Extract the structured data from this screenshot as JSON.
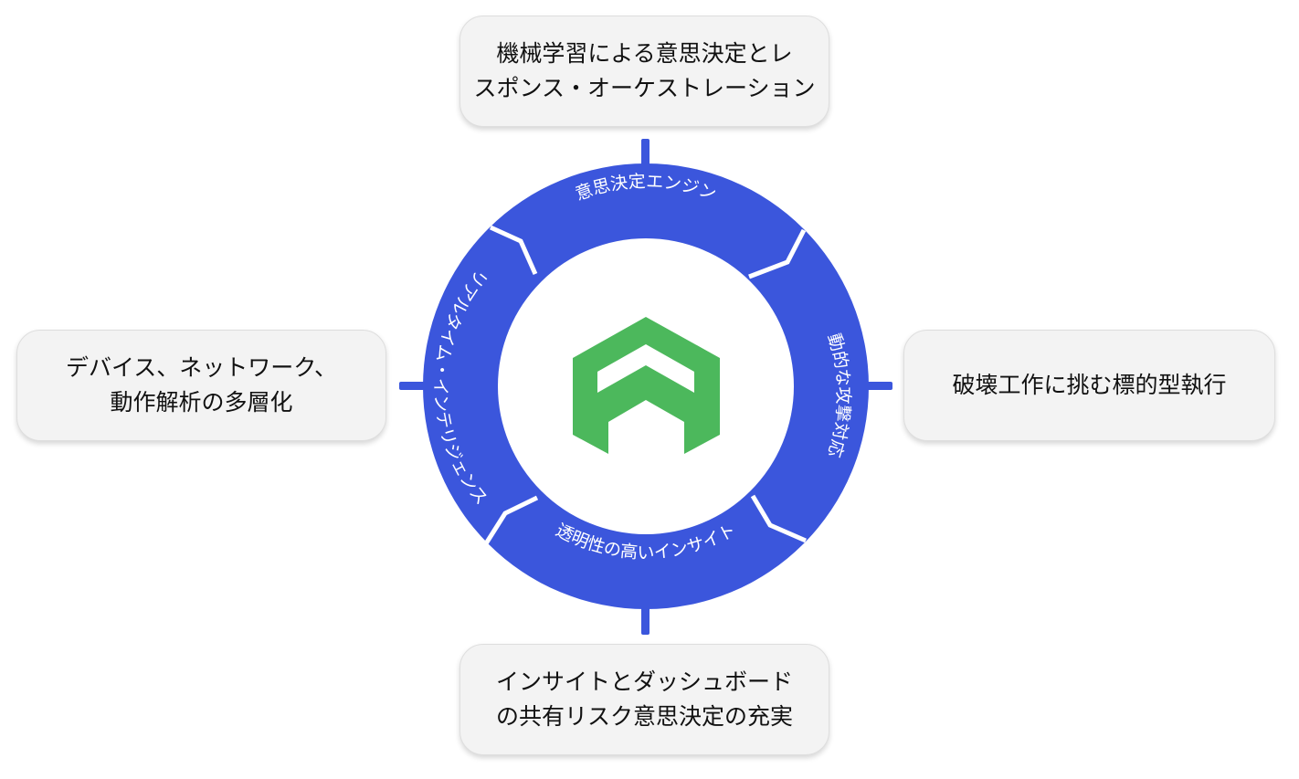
{
  "colors": {
    "ring": "#3b56dc",
    "connector": "#3b56dc",
    "logo": "#4cb85c",
    "card_bg": "#f3f3f3"
  },
  "ring_segments": {
    "top": "意思決定エンジン",
    "right": "動的な攻撃対応",
    "bottom": "透明性の高いインサイト",
    "left": "リアルタイム・インテリジェンス"
  },
  "cards": {
    "top": [
      "機械学習による意思決定とレ",
      "スポンス・オーケストレーション"
    ],
    "left": [
      "デバイス、ネットワーク、",
      "動作解析の多層化"
    ],
    "right": [
      "破壊工作に挑む標的型執行"
    ],
    "bottom": [
      "インサイトとダッシュボード",
      "の共有リスク意思決定の充実"
    ]
  },
  "logo": {
    "icon": "chevron-logo-icon"
  }
}
